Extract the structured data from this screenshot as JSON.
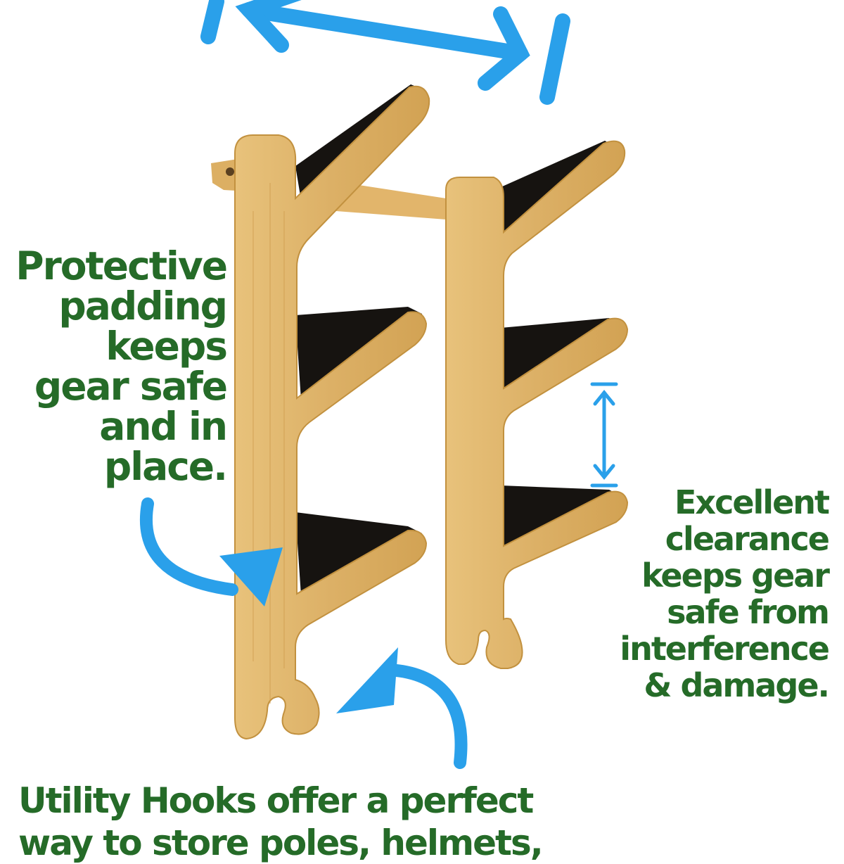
{
  "colors": {
    "background": "#ffffff",
    "text_green": "#256b28",
    "arrow_blue": "#2aa0ea",
    "bamboo": "#e3bb72",
    "bamboo_dark": "#c9963f",
    "padding_black": "#161310"
  },
  "icons": [
    "double-arrow-icon",
    "curved-arrow-icon"
  ],
  "callouts": {
    "protective": {
      "lines": [
        "Protective",
        "padding",
        "keeps",
        "gear safe",
        "and in",
        "place."
      ]
    },
    "clearance": {
      "lines": [
        "Excellent",
        "clearance",
        "keeps gear",
        "safe from",
        "interference",
        "& damage."
      ]
    },
    "utility": {
      "lines": [
        "Utility Hooks offer a perfect",
        "way to store poles, helmets,"
      ]
    }
  }
}
